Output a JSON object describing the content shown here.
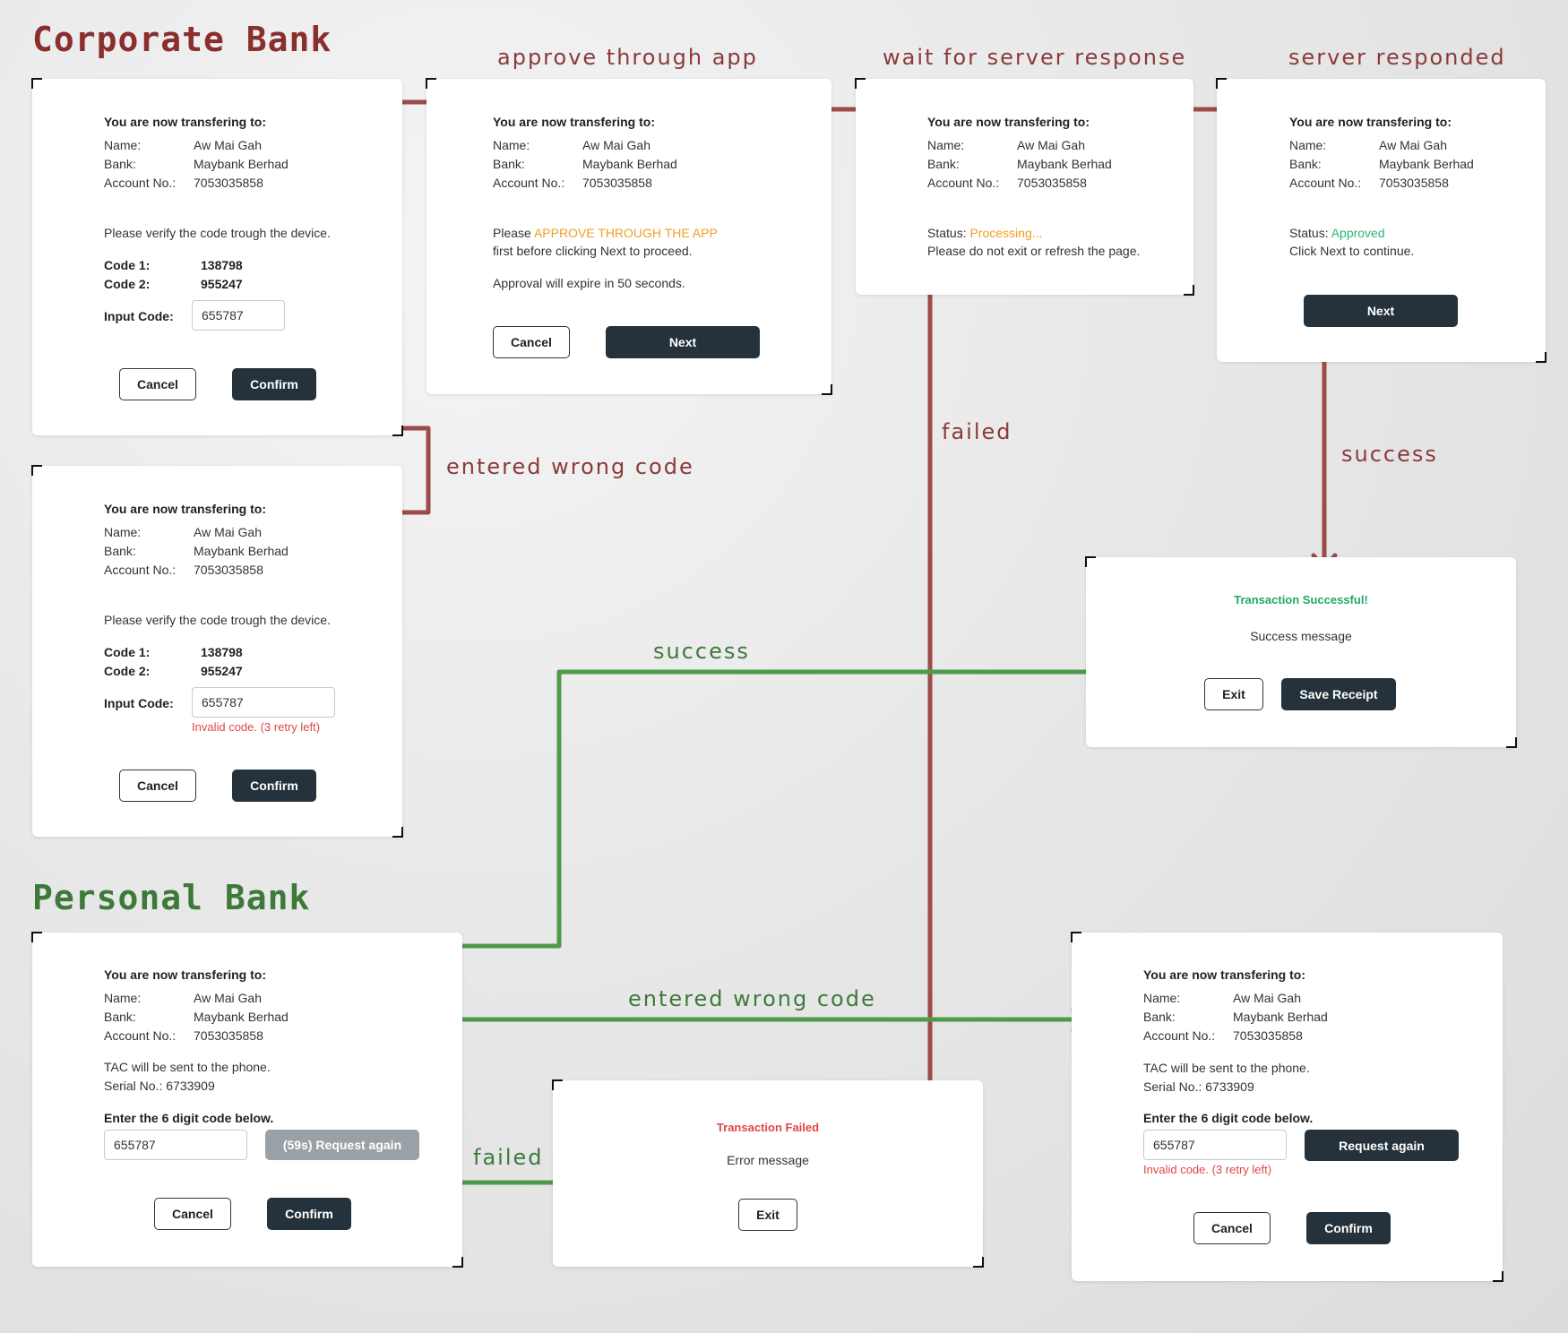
{
  "colors": {
    "corporate_title": "#8b2e2e",
    "personal_title": "#3d7a3a",
    "red_arrow": "#9c4a4a",
    "green_arrow": "#4e9a4a",
    "red_label": "#8b3a3a",
    "green_label": "#3d7a3a",
    "warning": "#f0a020",
    "approved": "#2bb673",
    "success": "#23a866",
    "error": "#e04646",
    "dark_button": "#25323b"
  },
  "sections": {
    "corporate": "Corporate Bank",
    "personal": "Personal Bank"
  },
  "labels": {
    "approve_through_app": "approve through app",
    "wait_for_server": "wait for server response",
    "server_responded": "server responded",
    "entered_wrong_code_corporate": "entered wrong code",
    "failed_corporate": "failed",
    "success_corporate": "success",
    "success_personal": "success",
    "entered_wrong_code_personal": "entered wrong code",
    "failed_personal": "failed"
  },
  "recipient": {
    "heading": "You are now transfering to:",
    "name_label": "Name:",
    "name": "Aw Mai Gah",
    "bank_label": "Bank:",
    "bank": "Maybank Berhad",
    "account_label": "Account No.:",
    "account": "7053035858"
  },
  "verify": {
    "instruction": "Please verify the code trough the device.",
    "code1_label": "Code 1:",
    "code1": "138798",
    "code2_label": "Code 2:",
    "code2": "955247",
    "input_label": "Input Code:",
    "input_value": "655787",
    "invalid": "Invalid code. (3 retry left)"
  },
  "approve": {
    "prefix": "Please ",
    "highlight": "APPROVE THROUGH THE APP",
    "line2": "first before clicking Next to proceed.",
    "expiry": "Approval will expire in 50 seconds."
  },
  "processing": {
    "status_label": "Status: ",
    "status": "Processing...",
    "note": "Please do not exit or refresh the page."
  },
  "approved": {
    "status_label": "Status: ",
    "status": "Approved",
    "note": "Click Next to continue."
  },
  "success": {
    "title": "Transaction Successful!",
    "message": "Success message"
  },
  "failure": {
    "title": "Transaction Failed",
    "message": "Error message"
  },
  "tac": {
    "line1": "TAC will be sent to the phone.",
    "serial": "Serial No.: 6733909",
    "prompt": "Enter the 6 digit code below.",
    "input_value": "655787",
    "request_countdown": "(59s) Request again",
    "request": "Request again",
    "invalid": "Invalid code. (3 retry left)"
  },
  "buttons": {
    "cancel": "Cancel",
    "confirm": "Confirm",
    "next": "Next",
    "exit": "Exit",
    "save_receipt": "Save Receipt"
  }
}
